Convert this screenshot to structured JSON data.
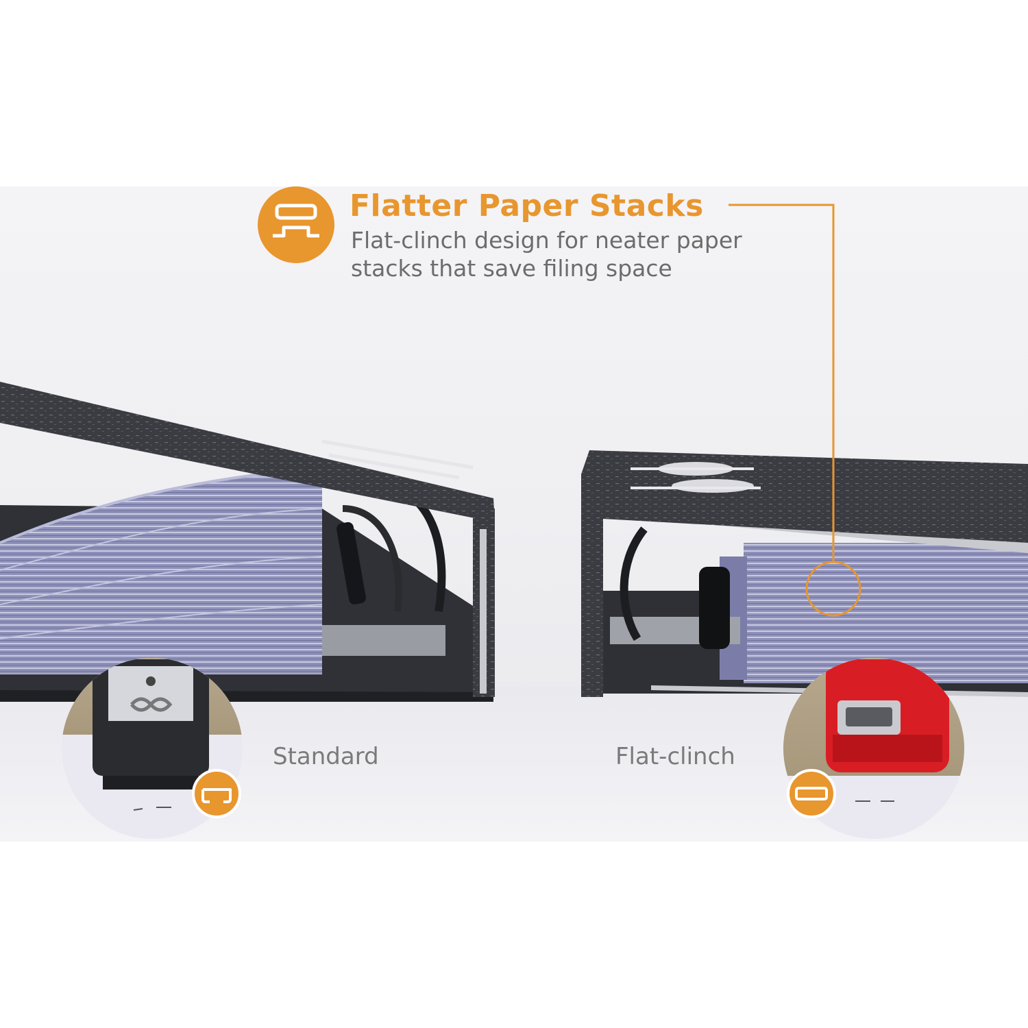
{
  "feature": {
    "title": "Flatter Paper Stacks",
    "description": "Flat-clinch design for neater paper stacks that save filing space",
    "icon": "flat-clinch-staple-icon"
  },
  "comparison": {
    "standard_label": "Standard",
    "flat_clinch_label": "Flat-clinch",
    "standard_icon": "standard-staple-icon",
    "flat_clinch_icon": "flat-staple-icon"
  },
  "colors": {
    "accent": "#e8962e",
    "text_gray": "#6c6c6c",
    "stapler_red": "#d81e24",
    "binder_dark": "#3a3c42",
    "paper": "#8e90b8"
  }
}
